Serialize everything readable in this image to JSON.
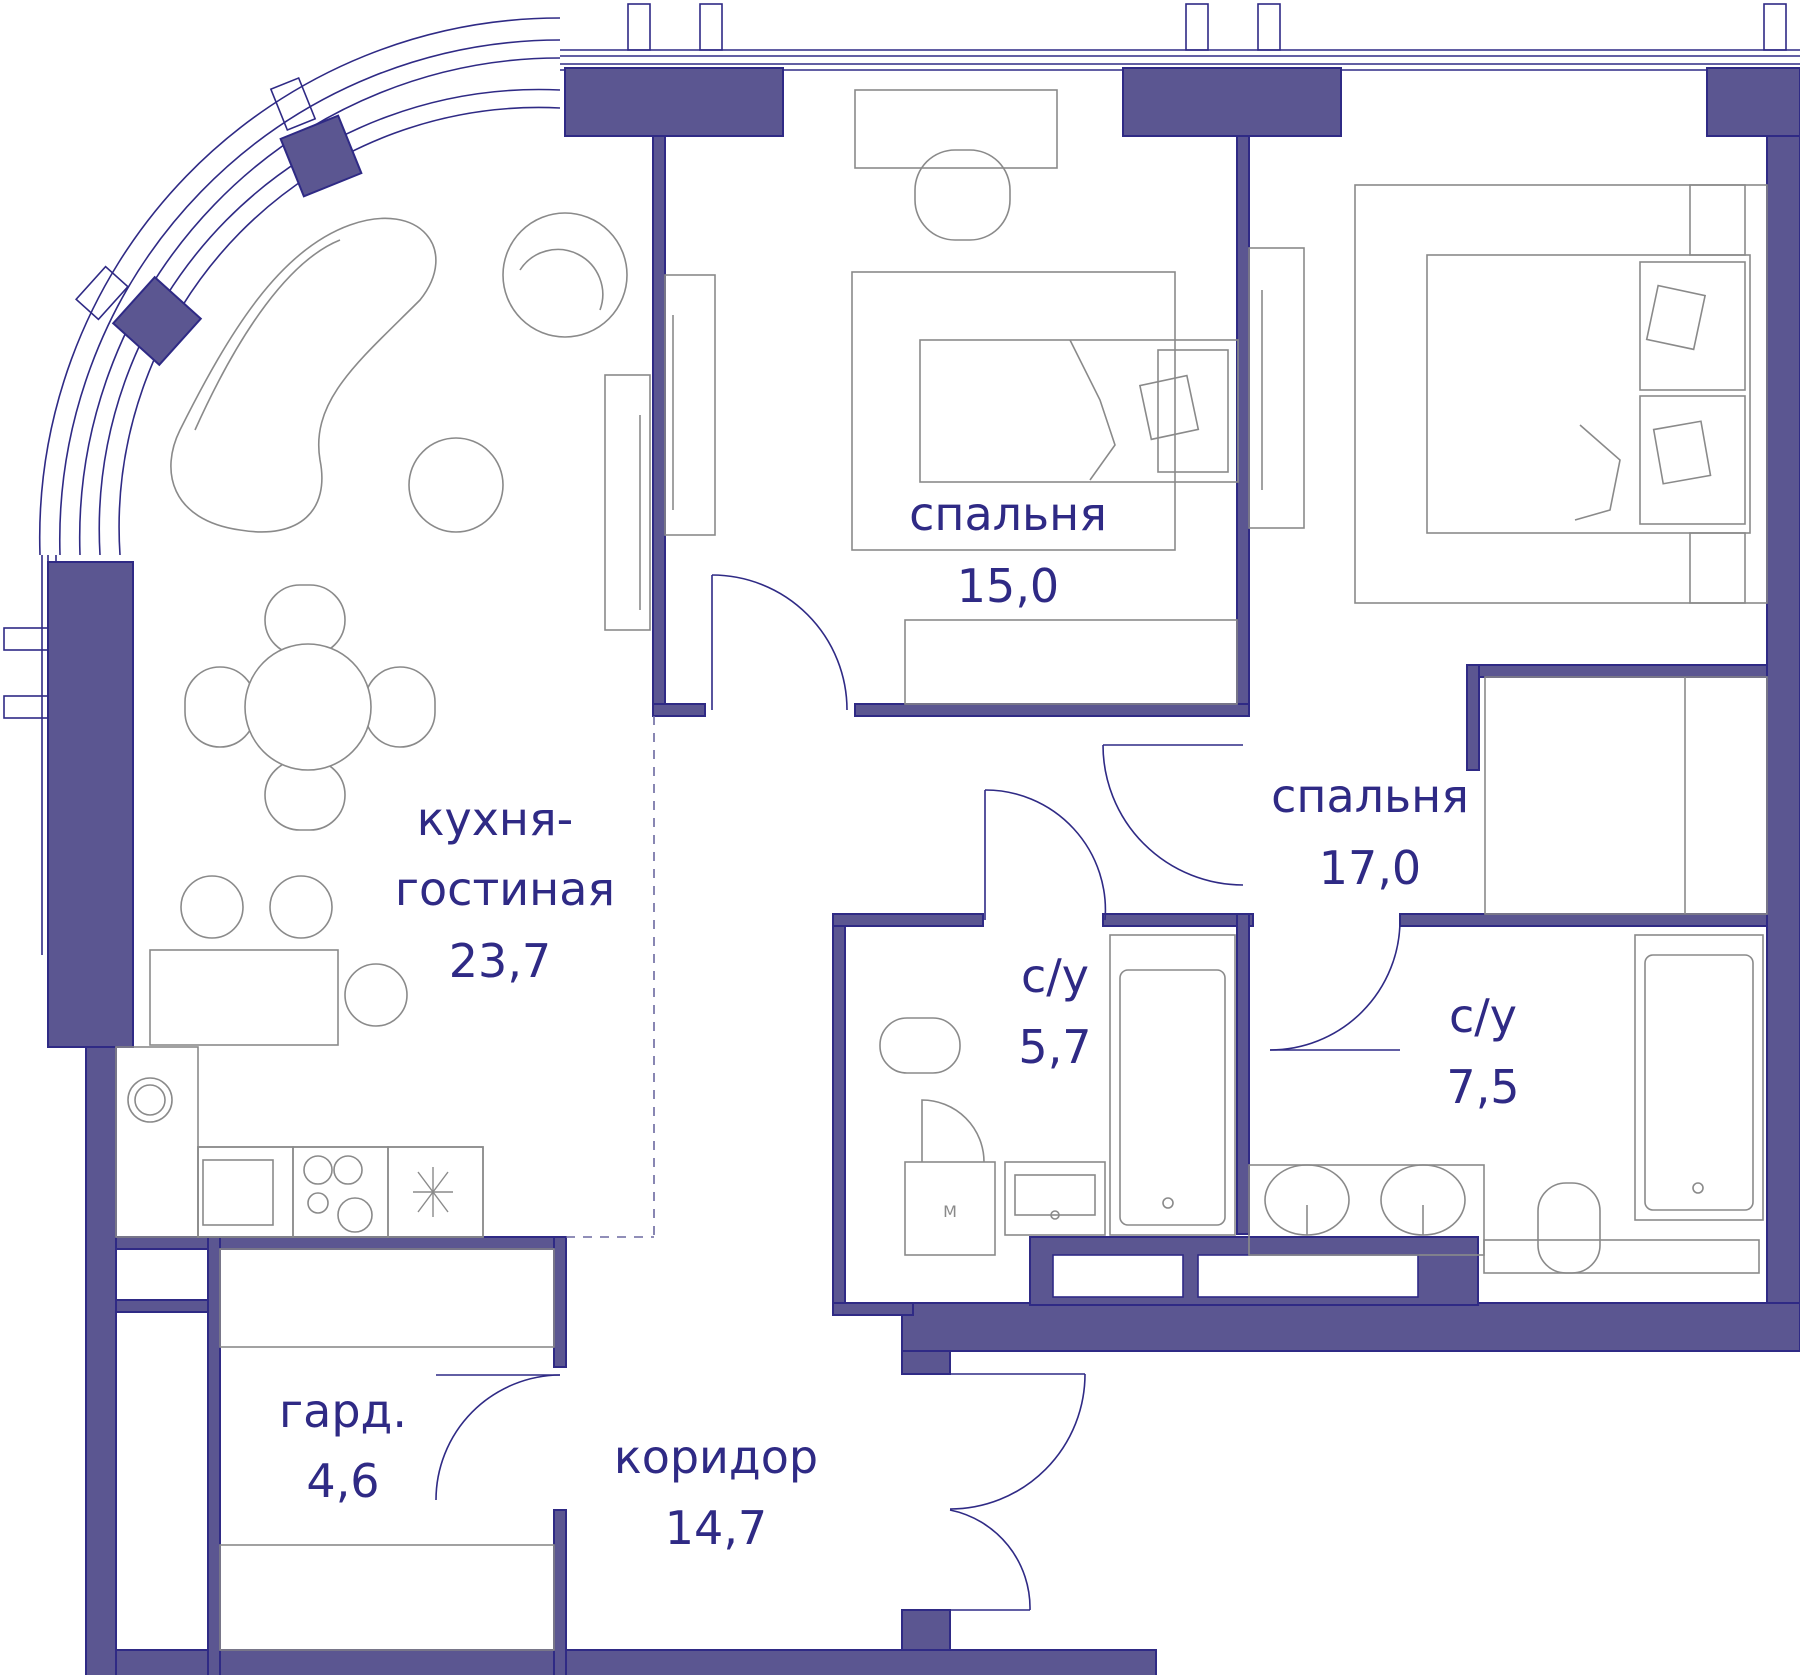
{
  "colors": {
    "wall": "#5b5691",
    "line": "#2f2a85",
    "furniture": "#8a8a8a",
    "background": "#ffffff"
  },
  "rooms": {
    "kitchen_living": {
      "line1": "кухня-",
      "line2": "гостиная",
      "area": "23,7"
    },
    "bedroom1": {
      "name": "спальня",
      "area": "15,0"
    },
    "bedroom2": {
      "name": "спальня",
      "area": "17,0"
    },
    "bathroom1": {
      "name": "с/у",
      "area": "5,7"
    },
    "bathroom2": {
      "name": "с/у",
      "area": "7,5"
    },
    "wardrobe": {
      "name": "гард.",
      "area": "4,6"
    },
    "corridor": {
      "name": "коридор",
      "area": "14,7"
    }
  },
  "icons": {
    "washer_mark": "M"
  }
}
